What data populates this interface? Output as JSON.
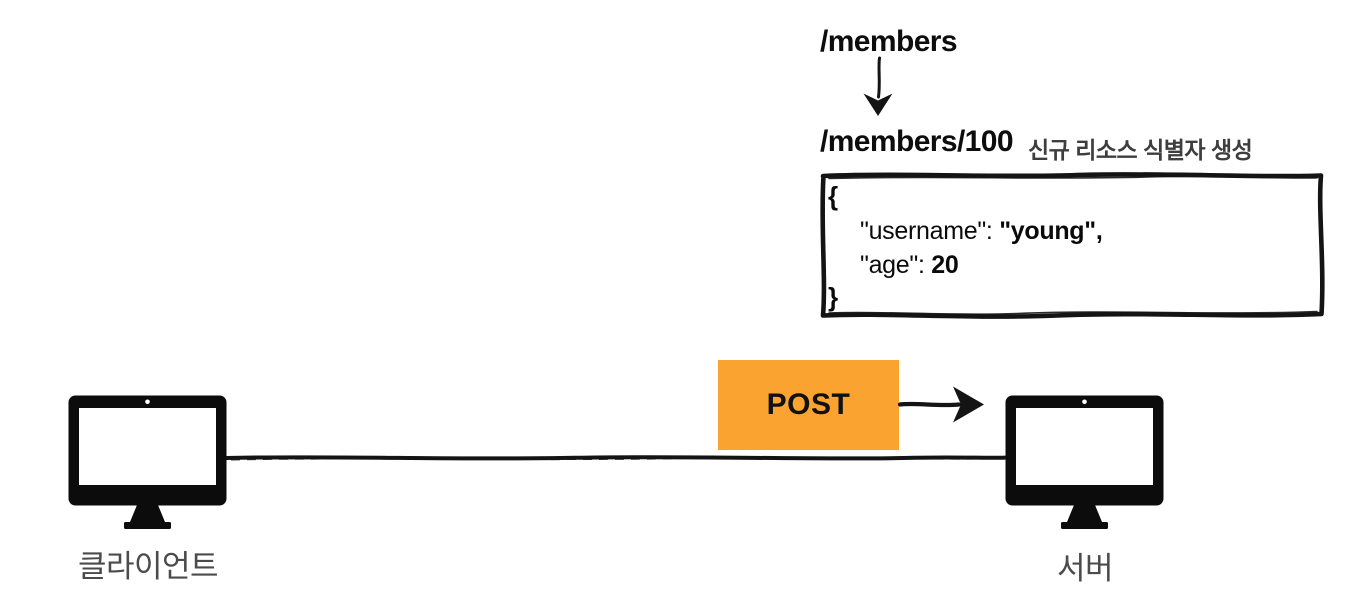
{
  "diagram": {
    "uri_flow": {
      "source": "/members",
      "created": "/members/100",
      "annotation": "신규 리소스 식별자 생성"
    },
    "request_body": {
      "brace_open": "{",
      "entries": [
        {
          "key": "\"username\":",
          "value": "\"young\","
        },
        {
          "key": "\"age\":",
          "value": "20"
        }
      ],
      "brace_close": "}"
    },
    "method": {
      "label": "POST"
    },
    "nodes": {
      "client": {
        "label": "클라이언트"
      },
      "server": {
        "label": "서버"
      }
    },
    "icons": {
      "down_arrow": "down-arrow-icon",
      "right_arrow": "right-arrow-icon",
      "client_monitor": "monitor-icon",
      "server_monitor": "monitor-icon"
    },
    "colors": {
      "method_bg": "#FBA331",
      "text_black": "#0d0d0d",
      "annotation_gray": "#3e3e3e",
      "node_label_gray": "#4b4b4b",
      "sketch_ink": "#141414"
    }
  }
}
